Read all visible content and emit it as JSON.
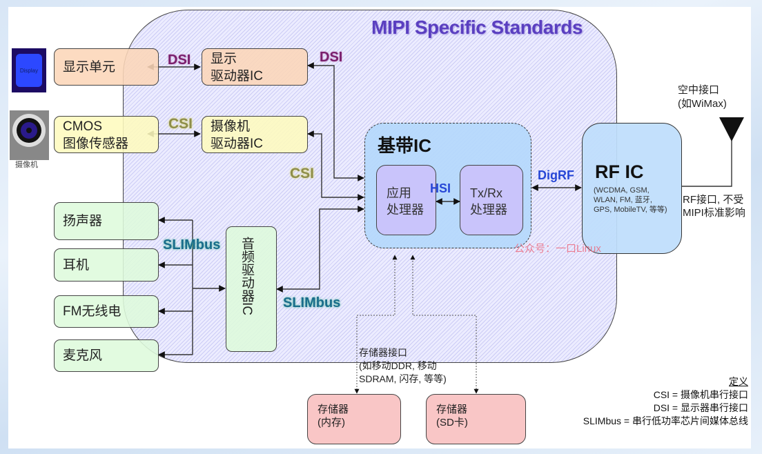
{
  "title": "MIPI Specific Standards",
  "icons": {
    "display_label": "Display",
    "camera_caption": "摄像机"
  },
  "left_blocks": {
    "display_unit": "显示单元",
    "cmos_line1": "CMOS",
    "cmos_line2": "图像传感器",
    "speaker": "扬声器",
    "earphone": "耳机",
    "fm_radio": "FM无线电",
    "microphone": "麦克风"
  },
  "driver_blocks": {
    "display_driver_line1": "显示",
    "display_driver_line2": "驱动器IC",
    "camera_driver_line1": "摄像机",
    "camera_driver_line2": "驱动器IC",
    "audio_driver": "音频驱动器IC"
  },
  "baseband": {
    "title": "基带IC",
    "app_processor_line1": "应用",
    "app_processor_line2": "处理器",
    "txrx_line1": "Tx/Rx",
    "txrx_line2": "处理器",
    "hsi_label": "HSI"
  },
  "rfic": {
    "title": "RF IC",
    "desc_line1": "(WCDMA, GSM,",
    "desc_line2": "WLAN, FM, 蓝牙,",
    "desc_line3": "GPS, MobileTV, 等等)"
  },
  "bus_labels": {
    "dsi_1": "DSI",
    "dsi_2": "DSI",
    "csi_1": "CSI",
    "csi_2": "CSI",
    "slimbus_1": "SLIMbus",
    "slimbus_2": "SLIMbus",
    "digrf": "DigRF"
  },
  "air_interface": {
    "line1": "空中接口",
    "line2": "(如WiMax)"
  },
  "rf_note": {
    "line1": "RF接口, 不受",
    "line2": "MIPI标准影响"
  },
  "memory_interface": {
    "line1": "存储器接口",
    "line2": "(如移动DDR, 移动",
    "line3": "SDRAM, 闪存, 等等)"
  },
  "memory_blocks": {
    "ram_line1": "存储器",
    "ram_line2": "(内存)",
    "sd_line1": "存储器",
    "sd_line2": "(SD卡)"
  },
  "watermark": "公众号：一口Linux",
  "legend": {
    "heading": "定义",
    "csi": "CSI = 摄像机串行接口",
    "dsi": "DSI = 显示器串行接口",
    "slimbus": "SLIMbus = 串行低功率芯片间媒体总线"
  }
}
